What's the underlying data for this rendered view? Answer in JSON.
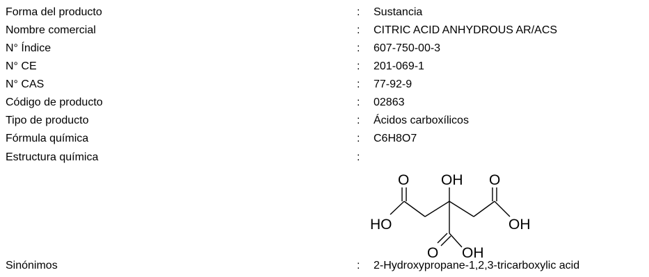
{
  "properties": [
    {
      "label": "Forma del producto",
      "value": "Sustancia"
    },
    {
      "label": "Nombre comercial",
      "value": "CITRIC ACID ANHYDROUS AR/ACS"
    },
    {
      "label": "N° Índice",
      "value": "607-750-00-3"
    },
    {
      "label": "N° CE",
      "value": "201-069-1"
    },
    {
      "label": "N° CAS",
      "value": "77-92-9"
    },
    {
      "label": "Código de producto",
      "value": "02863"
    },
    {
      "label": "Tipo de producto",
      "value": "Ácidos carboxílicos"
    },
    {
      "label": "Fórmula química",
      "value": "C6H8O7"
    },
    {
      "label": "Estructura química",
      "value": ""
    },
    {
      "label": "Sinónimos",
      "value": "2-Hydroxypropane-1,2,3-tricarboxylic acid"
    }
  ],
  "separator": ":",
  "structure": {
    "atoms": {
      "o_left": "O",
      "oh_top": "OH",
      "o_right": "O",
      "ho_left": "HO",
      "oh_right": "OH",
      "o_bottom": "O",
      "oh_bottom": "OH"
    }
  }
}
